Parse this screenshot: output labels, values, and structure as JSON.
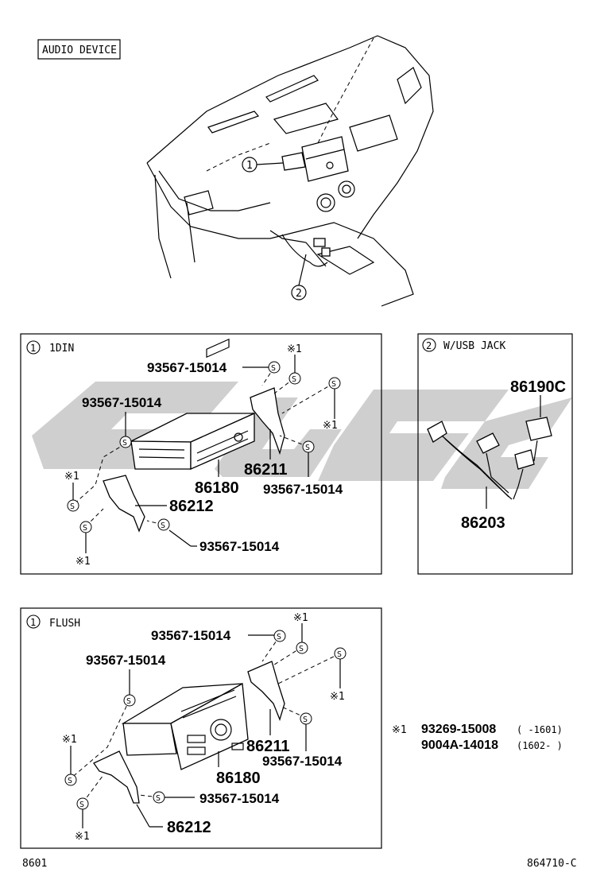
{
  "header": {
    "audio_device_tag": "AUDIO DEVICE"
  },
  "overview": {
    "callout_1": "1",
    "callout_2": "2"
  },
  "panel_1din": {
    "index": "1",
    "title": "1DIN",
    "bolt_a": "93567-15014",
    "bolt_b": "93567-15014",
    "bolt_c": "93567-15014",
    "bolt_d": "93567-15014",
    "part_radio": "86180",
    "part_bracket_r": "86211",
    "part_bracket_l": "86212",
    "note_top": "※1",
    "note_right": "※1",
    "note_left": "※1",
    "note_bottom": "※1"
  },
  "panel_usb": {
    "index": "2",
    "title": "W/USB JACK",
    "part_jack": "86190C",
    "part_harness": "86203"
  },
  "panel_flush": {
    "index": "1",
    "title": "FLUSH",
    "bolt_a": "93567-15014",
    "bolt_b": "93567-15014",
    "bolt_c": "93567-15014",
    "bolt_d": "93567-15014",
    "part_radio": "86180",
    "part_bracket_r": "86211",
    "part_bracket_l": "86212",
    "note_top": "※1",
    "note_right": "※1",
    "note_left": "※1",
    "note_bottom": "※1"
  },
  "footnote": {
    "mark": "※1",
    "line1_part": "93269-15008",
    "line1_range": "(      -1601)",
    "line2_part": "9004A-14018",
    "line2_range": "(1602-      )"
  },
  "footer": {
    "page_left": "8601",
    "figure_code": "864710-C"
  },
  "icons": {
    "bolt": "S"
  }
}
